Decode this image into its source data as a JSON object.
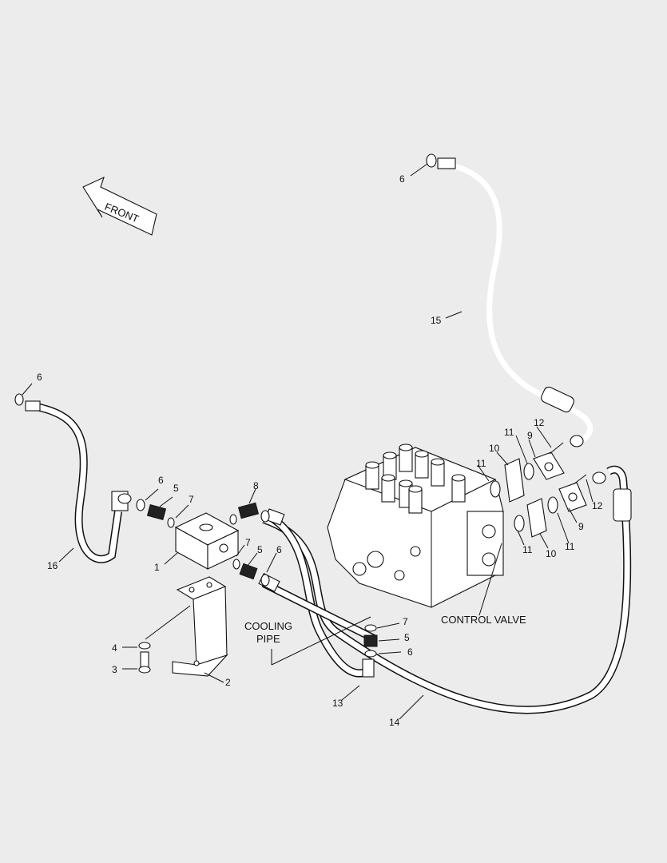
{
  "page": {
    "background": "#ececec",
    "line_color": "#111111"
  },
  "arrow": {
    "label": "FRONT"
  },
  "captions": {
    "control_valve": "CONTROL VALVE",
    "cooling_pipe_line1": "COOLING",
    "cooling_pipe_line2": "PIPE"
  },
  "callouts": {
    "c1": "1",
    "c2": "2",
    "c3": "3",
    "c4": "4",
    "c5a": "5",
    "c5b": "5",
    "c5c": "5",
    "c6a": "6",
    "c6b": "6",
    "c6c": "6",
    "c6d": "6",
    "c6e": "6",
    "c7a": "7",
    "c7b": "7",
    "c7c": "7",
    "c8": "8",
    "c9a": "9",
    "c9b": "9",
    "c10a": "10",
    "c10b": "10",
    "c11a": "11",
    "c11b": "11",
    "c11c": "11",
    "c11d": "11",
    "c12a": "12",
    "c12b": "12",
    "c13": "13",
    "c14": "14",
    "c15": "15",
    "c16": "16"
  }
}
